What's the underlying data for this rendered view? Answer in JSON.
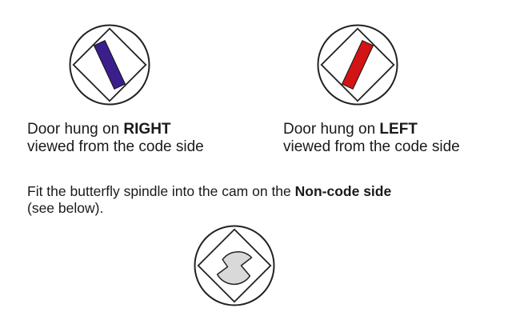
{
  "right_panel": {
    "line1_prefix": "Door hung on ",
    "line1_bold": "RIGHT",
    "line2": "viewed from the code side",
    "bar_color": "#3a1f8c"
  },
  "left_panel": {
    "line1_prefix": "Door hung on ",
    "line1_bold": "LEFT",
    "line2": "viewed from the code side",
    "bar_color": "#d21414"
  },
  "instruction": {
    "line1_prefix": "Fit the butterfly spindle into the cam on the ",
    "line1_bold": "Non-code side",
    "line2": "(see below)."
  },
  "spindle": {
    "fill_color": "#d9d9d9"
  }
}
